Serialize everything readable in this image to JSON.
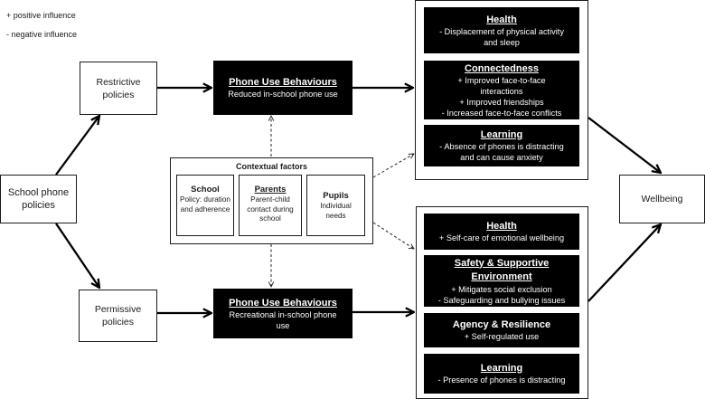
{
  "legend": {
    "positive": "+ positive influence",
    "negative": "- negative influence"
  },
  "root": {
    "label": "School phone policies"
  },
  "policies": {
    "restrictive": "Restrictive policies",
    "permissive": "Permissive policies"
  },
  "behaviours": {
    "restrictive": {
      "title": "Phone Use Behaviours",
      "desc": "Reduced in-school phone use"
    },
    "permissive": {
      "title": "Phone Use Behaviours",
      "desc": "Recreational in-school phone use"
    }
  },
  "contextual": {
    "title": "Contextual factors",
    "factors": [
      {
        "title": "School",
        "desc": "Policy: duration and adherence"
      },
      {
        "title": "Parents",
        "desc": "Parent-child contact during school"
      },
      {
        "title": "Pupils",
        "desc": "Individual needs"
      }
    ]
  },
  "outcomes_restrictive": [
    {
      "title": "Health",
      "items": [
        "- Displacement of physical activity and sleep"
      ]
    },
    {
      "title": "Connectedness",
      "items": [
        "+ Improved face-to-face interactions",
        "+ Improved friendships",
        "- Increased face-to-face conflicts"
      ]
    },
    {
      "title": "Learning",
      "items": [
        "- Absence of phones is distracting and can cause anxiety"
      ]
    }
  ],
  "outcomes_permissive": [
    {
      "title": "Health",
      "items": [
        "+ Self-care of emotional wellbeing"
      ]
    },
    {
      "title": "Safety & Supportive Environment",
      "items": [
        "+ Mitigates social exclusion",
        "- Safeguarding and bullying issues"
      ]
    },
    {
      "title": "Agency & Resilience",
      "items": [
        "+ Self-regulated use"
      ]
    },
    {
      "title": "Learning",
      "items": [
        "- Presence of phones is distracting"
      ]
    }
  ],
  "wellbeing": {
    "label": "Wellbeing"
  }
}
